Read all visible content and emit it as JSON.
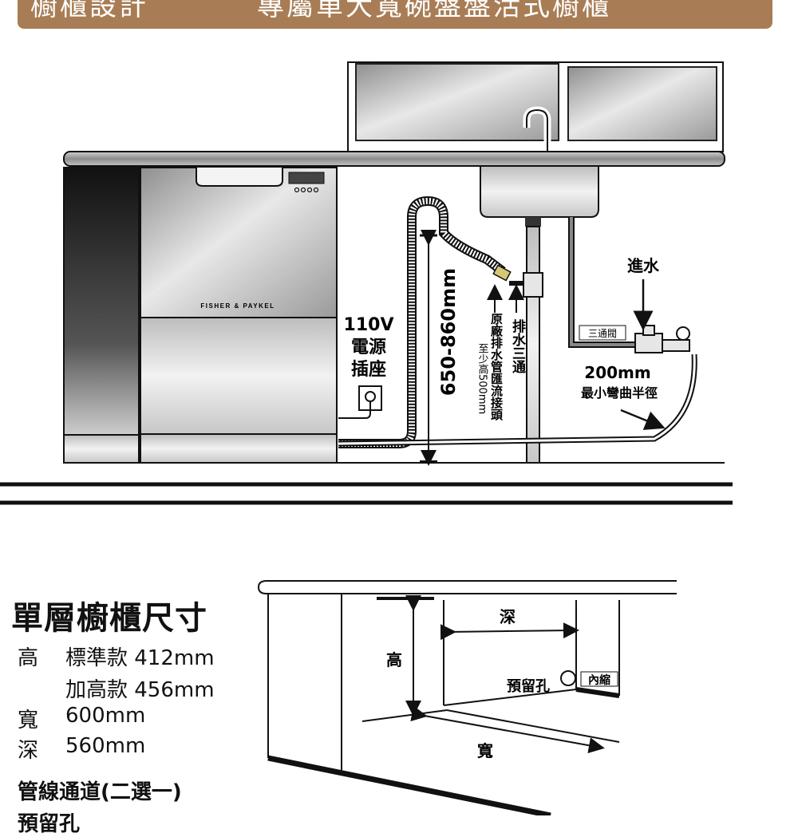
{
  "banner": {
    "left_text": "櫥櫃設計",
    "right_text": "專屬單大寬碗盤盤活式櫥櫃",
    "color": "#a87d55"
  },
  "install_diagram": {
    "brand": "FISHER & PAYKEL",
    "power_label": [
      "110V",
      "電源",
      "插座"
    ],
    "height_range": "650-860mm",
    "drain_tee": "排水三通",
    "drain_connector": "原廠排水管匯流接頭",
    "drain_min_height": "至少高500mm",
    "water_in": "進水",
    "three_way_valve": "三通閥",
    "bend_radius_value": "200mm",
    "bend_radius_label": "最小彎曲半徑"
  },
  "cabinet": {
    "title": "單層櫥櫃尺寸",
    "specs": [
      {
        "key": "高",
        "value": "標準款 412mm"
      },
      {
        "key": "",
        "value": "加高款 456mm"
      },
      {
        "key": "寬",
        "value": "600mm"
      },
      {
        "key": "深",
        "value": "560mm"
      }
    ],
    "pipe_title": "管線通道(二選一)",
    "cut_text": "預留孔",
    "diagram_labels": {
      "depth": "深",
      "height": "高",
      "hole": "預留孔",
      "recess": "內縮",
      "width": "寬"
    }
  }
}
